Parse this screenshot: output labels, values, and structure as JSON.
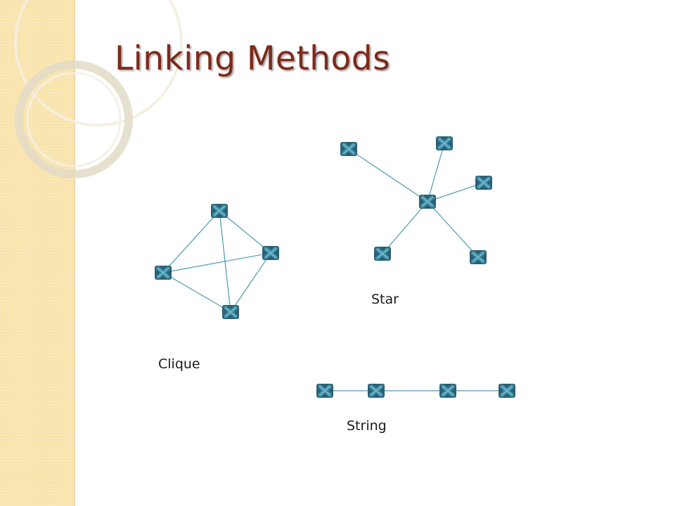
{
  "slide": {
    "title": "Linking Methods"
  },
  "colors": {
    "title": "#7d2a1a",
    "band": "#f8e2a8",
    "edge": "#4a9ab0",
    "node": "#3f8aa1",
    "node_dark": "#2b5f74"
  },
  "icons": {
    "node": "x-mark-node-icon"
  },
  "diagrams": {
    "clique": {
      "label": "Clique"
    },
    "star": {
      "label": "Star"
    },
    "string": {
      "label": "String"
    }
  }
}
